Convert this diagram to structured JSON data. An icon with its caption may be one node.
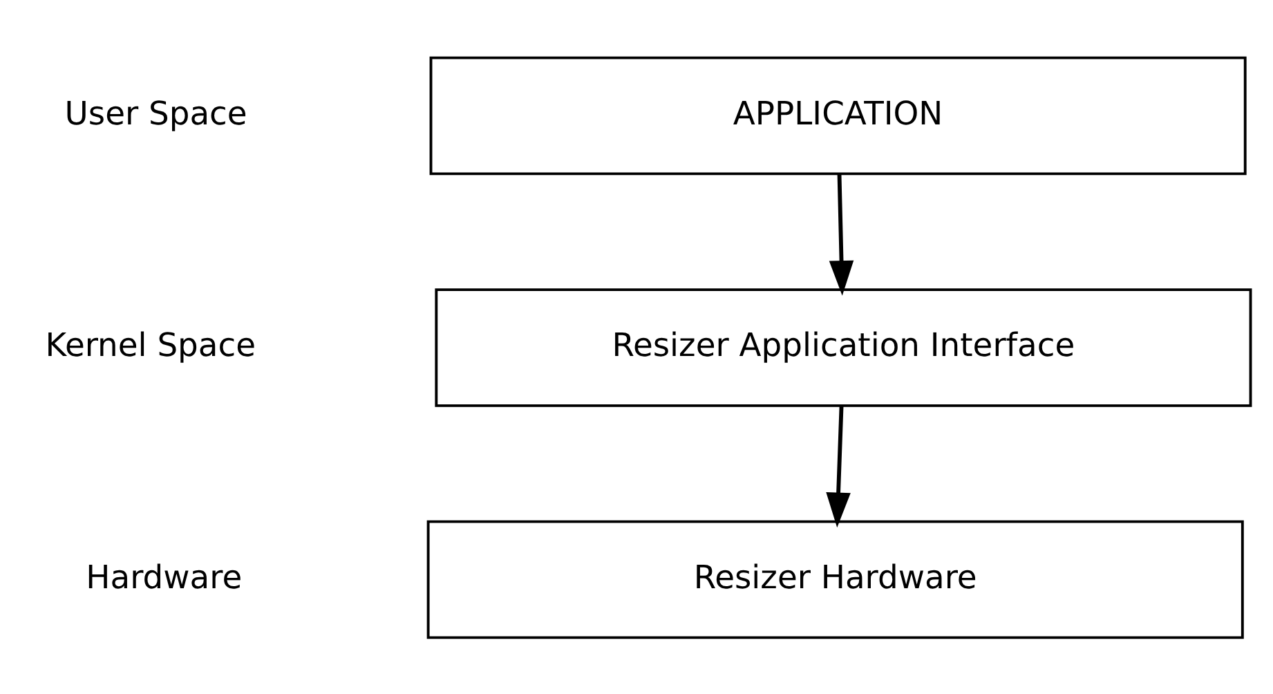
{
  "diagram": {
    "nodes": [
      {
        "text": [
          "APPLICATION"
        ]
      },
      {
        "text": [
          "Resizer Application Interface"
        ]
      },
      {
        "text": [
          "Resizer Hardware"
        ]
      }
    ],
    "edges": [
      {
        "from": 0,
        "to": 1,
        "arrow": "to"
      },
      {
        "from": 1,
        "to": 2,
        "arrow": "to"
      }
    ],
    "labels": [
      "User Space",
      "Kernel Space",
      "Hardware"
    ]
  }
}
